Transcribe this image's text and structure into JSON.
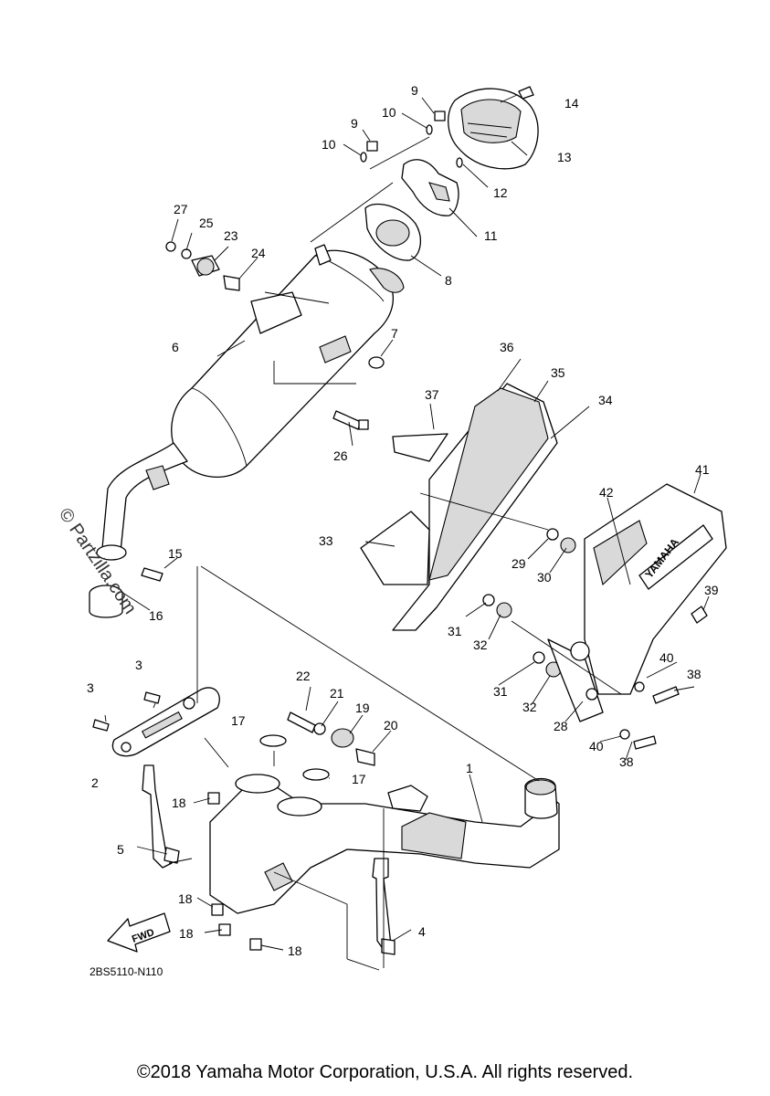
{
  "callouts": [
    {
      "n": "1"
    },
    {
      "n": "2"
    },
    {
      "n": "3"
    },
    {
      "n": "3"
    },
    {
      "n": "4"
    },
    {
      "n": "5"
    },
    {
      "n": "6"
    },
    {
      "n": "7"
    },
    {
      "n": "8"
    },
    {
      "n": "9"
    },
    {
      "n": "9"
    },
    {
      "n": "10"
    },
    {
      "n": "10"
    },
    {
      "n": "11"
    },
    {
      "n": "12"
    },
    {
      "n": "13"
    },
    {
      "n": "14"
    },
    {
      "n": "15"
    },
    {
      "n": "16"
    },
    {
      "n": "17"
    },
    {
      "n": "17"
    },
    {
      "n": "18"
    },
    {
      "n": "18"
    },
    {
      "n": "18"
    },
    {
      "n": "18"
    },
    {
      "n": "19"
    },
    {
      "n": "20"
    },
    {
      "n": "21"
    },
    {
      "n": "22"
    },
    {
      "n": "23"
    },
    {
      "n": "24"
    },
    {
      "n": "25"
    },
    {
      "n": "26"
    },
    {
      "n": "27"
    },
    {
      "n": "28"
    },
    {
      "n": "29"
    },
    {
      "n": "30"
    },
    {
      "n": "31"
    },
    {
      "n": "31"
    },
    {
      "n": "32"
    },
    {
      "n": "32"
    },
    {
      "n": "33"
    },
    {
      "n": "34"
    },
    {
      "n": "35"
    },
    {
      "n": "36"
    },
    {
      "n": "37"
    },
    {
      "n": "38"
    },
    {
      "n": "38"
    },
    {
      "n": "39"
    },
    {
      "n": "40"
    },
    {
      "n": "40"
    },
    {
      "n": "41"
    },
    {
      "n": "42"
    }
  ],
  "diagram_code": "2BS5110-N110",
  "fwd_label": "FWD",
  "brand_label": "YAMAHA",
  "watermark": "© Partzilla.com",
  "copyright": "©2018 Yamaha Motor Corporation, U.S.A. All rights reserved."
}
